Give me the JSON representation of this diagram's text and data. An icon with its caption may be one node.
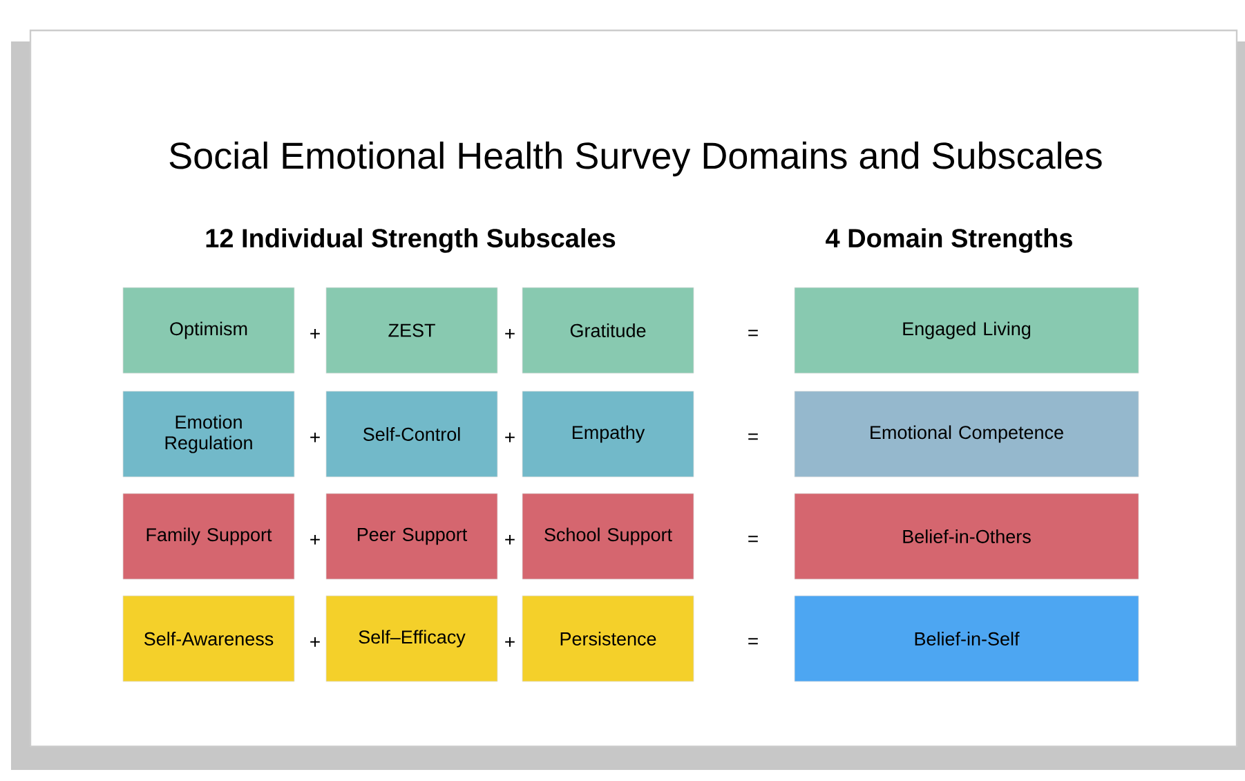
{
  "diagram": {
    "title": "Social Emotional Health Survey Domains and Subscales",
    "nodes": [
      {
        "text": [
          "Optimism"
        ]
      },
      {
        "text": [
          "ZEST"
        ]
      },
      {
        "text": [
          "Gratitude"
        ]
      },
      {
        "text": [
          "Engaged Living"
        ]
      },
      {
        "text": [
          "Emotion Regulation"
        ]
      },
      {
        "text": [
          "Self-Control"
        ]
      },
      {
        "text": [
          "Empathy"
        ]
      },
      {
        "text": [
          "Emotional Competence"
        ]
      },
      {
        "text": [
          "Family Support"
        ]
      },
      {
        "text": [
          "Peer Support"
        ]
      },
      {
        "text": [
          "School Support"
        ]
      },
      {
        "text": [
          "Belief-in-Others"
        ]
      },
      {
        "text": [
          "Self-Awareness"
        ]
      },
      {
        "text": [
          "Self–Efficacy"
        ]
      },
      {
        "text": [
          "Persistence"
        ]
      },
      {
        "text": [
          "Belief-in-Self"
        ]
      }
    ],
    "labels": [
      "12 Individual Strength Subscales",
      "4 Domain Strengths",
      "+",
      "+",
      "=",
      "+",
      "+",
      "=",
      "+",
      "+",
      "=",
      "+",
      "+",
      "="
    ]
  }
}
